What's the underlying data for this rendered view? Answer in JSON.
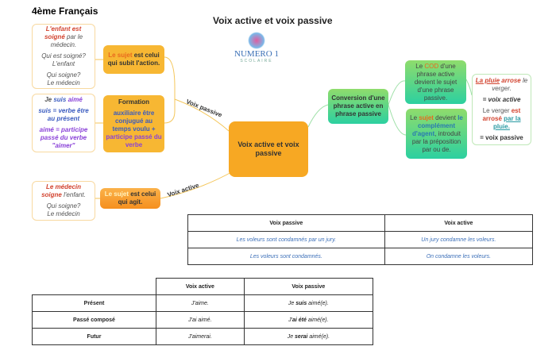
{
  "header": {
    "class_label": "4ème Français",
    "title": "Voix active et voix passive",
    "logo_text": "NUMERO 1",
    "logo_sub": "SCOLAIRE"
  },
  "center": {
    "label": "Voix active et voix passive"
  },
  "branches": {
    "passive_label": "Voix passive",
    "active_label": "Voix active"
  },
  "left": {
    "subit": {
      "a": "Le sujet",
      "b": "est celui qui subit l'action."
    },
    "ex1": {
      "l1a": "L'enfant",
      "l1b": "est soigné",
      "l1c": "par le médecin.",
      "q1": "Qui est soigné?",
      "a1": "L'enfant",
      "q2": "Qui soigne?",
      "a2": "Le médecin"
    },
    "formation": {
      "title": "Formation",
      "a": "auxiliaire être conjugué au temps voulu +",
      "b": "participe passé du verbe"
    },
    "ex2": {
      "l1a": "Je",
      "l1b": "suis",
      "l1c": "aimé",
      "l2": "suis = verbe être au présent",
      "l3": "aimé = participe passé du verbe \"aimer\""
    },
    "agit": {
      "a": "Le sujet",
      "b": "est celui qui agit."
    },
    "ex3": {
      "l1a": "Le médecin soigne",
      "l1b": "l'enfant.",
      "q": "Qui soigne?",
      "a": "Le médecin"
    }
  },
  "right": {
    "conversion": "Conversion d'une phrase active en phrase passive",
    "cod": {
      "a": "Le",
      "b": "COD",
      "c": "d'une phrase active devient le sujet d'une phrase passive."
    },
    "sujet": {
      "a": "Le",
      "b": "sujet",
      "c": "devient",
      "d": "le complément d'agent",
      "e": ", introduit par la préposition par ou de."
    },
    "ex": {
      "a": "La pluie",
      "b": "arrose",
      "c": "le verger.",
      "d": "= voix active",
      "e": "Le verger",
      "f": "est arrosé",
      "g": "par la pluie.",
      "h": "= voix passive"
    }
  },
  "table1": {
    "headers": [
      "Voix passive",
      "Voix active"
    ],
    "rows": [
      [
        "Les voleurs sont condamnés par un jury.",
        "Un jury condamne les voleurs."
      ],
      [
        "Les voleurs sont condamnés.",
        "On condamne les voleurs."
      ]
    ]
  },
  "table2": {
    "headers": [
      "",
      "Voix active",
      "Voix passive"
    ],
    "rows": [
      {
        "tense": "Présent",
        "active": "J'aime.",
        "p1": "Je ",
        "p2": "suis",
        "p3": " aimé(e)."
      },
      {
        "tense": "Passé composé",
        "active": "J'ai aimé.",
        "p1": "J'",
        "p2": "ai été",
        "p3": " aimé(e)."
      },
      {
        "tense": "Futur",
        "active": "J'aimerai.",
        "p1": "Je ",
        "p2": "serai",
        "p3": " aimé(e)."
      }
    ]
  }
}
